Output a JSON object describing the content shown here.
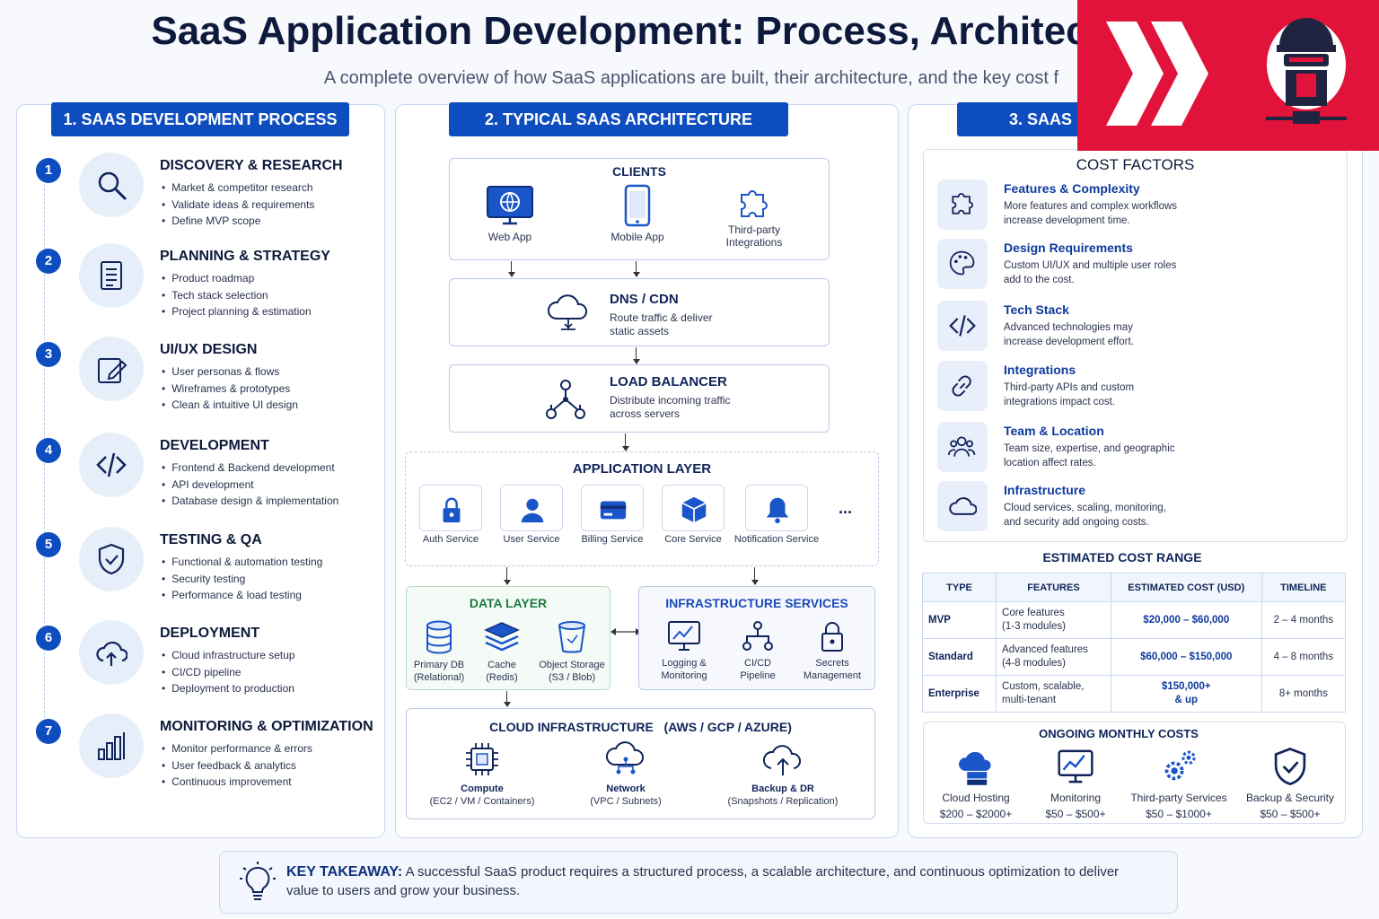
{
  "header": {
    "title": "SaaS Application Development: Process, Architec",
    "subtitle": "A complete overview of how SaaS applications are built, their architecture, and the key cost f"
  },
  "colors": {
    "accent": "#0e4dbf",
    "corner_red": "#e2133a",
    "panel_border": "#c9d8ef"
  },
  "process": {
    "header": "1. SAAS DEVELOPMENT PROCESS",
    "steps": [
      {
        "num": "1",
        "title": "DISCOVERY & RESEARCH",
        "icon": "search-icon",
        "bullets": [
          "Market & competitor research",
          "Validate ideas & requirements",
          "Define MVP scope"
        ]
      },
      {
        "num": "2",
        "title": "PLANNING & STRATEGY",
        "icon": "document-icon",
        "bullets": [
          "Product roadmap",
          "Tech stack selection",
          "Project planning & estimation"
        ]
      },
      {
        "num": "3",
        "title": "UI/UX DESIGN",
        "icon": "edit-icon",
        "bullets": [
          "User personas & flows",
          "Wireframes & prototypes",
          "Clean & intuitive UI design"
        ]
      },
      {
        "num": "4",
        "title": "DEVELOPMENT",
        "icon": "code-icon",
        "bullets": [
          "Frontend & Backend development",
          "API development",
          "Database design & implementation"
        ]
      },
      {
        "num": "5",
        "title": "TESTING & QA",
        "icon": "shield-check-icon",
        "bullets": [
          "Functional & automation testing",
          "Security testing",
          "Performance & load testing"
        ]
      },
      {
        "num": "6",
        "title": "DEPLOYMENT",
        "icon": "cloud-upload-icon",
        "bullets": [
          "Cloud infrastructure setup",
          "CI/CD pipeline",
          "Deployment to production"
        ]
      },
      {
        "num": "7",
        "title": "MONITORING & OPTIMIZATION",
        "icon": "bar-chart-icon",
        "bullets": [
          "Monitor performance & errors",
          "User feedback & analytics",
          "Continuous improvement"
        ]
      }
    ]
  },
  "architecture": {
    "header": "2. TYPICAL SAAS ARCHITECTURE",
    "clients": {
      "title": "CLIENTS",
      "items": [
        "Web App",
        "Mobile App",
        "Third-party Integrations"
      ]
    },
    "dns": {
      "title": "DNS / CDN",
      "desc": "Route traffic & deliver static assets"
    },
    "lb": {
      "title": "LOAD BALANCER",
      "desc": "Distribute incoming traffic across servers"
    },
    "app": {
      "title": "APPLICATION LAYER",
      "services": [
        "Auth Service",
        "User Service",
        "Billing Service",
        "Core Service",
        "Notification Service"
      ],
      "more": "..."
    },
    "data": {
      "title": "DATA LAYER",
      "items": [
        "Primary DB (Relational)",
        "Cache (Redis)",
        "Object Storage (S3 / Blob)"
      ]
    },
    "infra": {
      "title": "INFRASTRUCTURE SERVICES",
      "items": [
        "Logging & Monitoring",
        "CI/CD Pipeline",
        "Secrets Management"
      ]
    },
    "cloud": {
      "title": "CLOUD INFRASTRUCTURE   (AWS / GCP / AZURE)",
      "items": [
        {
          "name": "Compute",
          "sub": "(EC2 / VM / Containers)"
        },
        {
          "name": "Network",
          "sub": "(VPC / Subnets)"
        },
        {
          "name": "Backup & DR",
          "sub": "(Snapshots / Replication)"
        }
      ]
    }
  },
  "cost": {
    "header": "3. SAAS I",
    "factors_title": "COST FACTORS",
    "factors": [
      {
        "title": "Features & Complexity",
        "icon": "puzzle-icon",
        "desc": [
          "More features and complex workflows",
          "increase development time."
        ]
      },
      {
        "title": "Design Requirements",
        "icon": "palette-icon",
        "desc": [
          "Custom UI/UX and multiple user roles",
          "add to the cost."
        ]
      },
      {
        "title": "Tech Stack",
        "icon": "code-icon",
        "desc": [
          "Advanced technologies may",
          "increase development effort."
        ]
      },
      {
        "title": "Integrations",
        "icon": "link-icon",
        "desc": [
          "Third-party APIs and custom",
          "integrations impact cost."
        ]
      },
      {
        "title": "Team & Location",
        "icon": "team-icon",
        "desc": [
          "Team size, expertise, and geographic",
          "location affect rates."
        ]
      },
      {
        "title": "Infrastructure",
        "icon": "cloud-icon",
        "desc": [
          "Cloud services, scaling, monitoring,",
          "and security add ongoing costs."
        ]
      }
    ],
    "range_title": "ESTIMATED COST RANGE",
    "table": {
      "headers": [
        "TYPE",
        "FEATURES",
        "ESTIMATED COST (USD)",
        "TIMELINE"
      ],
      "rows": [
        {
          "type": "MVP",
          "features": [
            "Core features",
            "(1-3 modules)"
          ],
          "cost": [
            "$20,000 – $60,000"
          ],
          "timeline": "2 – 4 months"
        },
        {
          "type": "Standard",
          "features": [
            "Advanced features",
            "(4-8 modules)"
          ],
          "cost": [
            "$60,000 – $150,000"
          ],
          "timeline": "4 – 8 months"
        },
        {
          "type": "Enterprise",
          "features": [
            "Custom, scalable,",
            "multi-tenant"
          ],
          "cost": [
            "$150,000+",
            "& up"
          ],
          "timeline": "8+ months"
        }
      ]
    },
    "monthly_title": "ONGOING MONTHLY COSTS",
    "monthly": [
      {
        "name": "Cloud Hosting",
        "range": "$200 – $2000+",
        "icon": "cloud-server-icon"
      },
      {
        "name": "Monitoring",
        "range": "$50 – $500+",
        "icon": "monitor-chart-icon"
      },
      {
        "name": "Third-party Services",
        "range": "$50 – $1000+",
        "icon": "gears-icon"
      },
      {
        "name": "Backup & Security",
        "range": "$50 – $500+",
        "icon": "shield-check-icon"
      }
    ]
  },
  "takeaway": {
    "label": "KEY TAKEAWAY:",
    "line1": "A successful SaaS product requires a structured process, a scalable architecture, and continuous optimization to deliver",
    "line2": "value to users and grow your business."
  }
}
